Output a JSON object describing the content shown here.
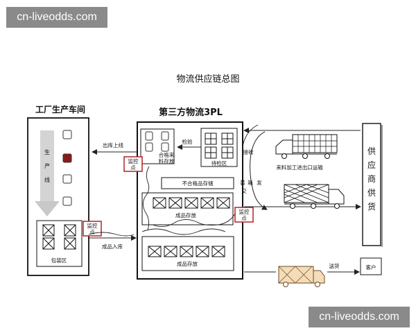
{
  "watermark": {
    "top": "cn-liveodds.com",
    "bottom": "cn-liveodds.com"
  },
  "title": "物流供应链总图",
  "factory": {
    "title": "工厂生产车间",
    "line_chars": [
      "生",
      "产",
      "线"
    ],
    "packing": "包装区"
  },
  "tpl": {
    "title": "第三方物流3PL",
    "qualified_chars": [
      "合格来",
      "料存放"
    ],
    "inspect_area": "待检区",
    "unqualified": "不合格品存储",
    "finished_upper": "成品存放",
    "finished_lower": "成品存放"
  },
  "labels": {
    "out_to_line": "出库上线",
    "inspect": "检验",
    "receive": "接收",
    "load_ship_chars": [
      "装",
      "箱",
      "发",
      "交"
    ],
    "inbound_transport": "来料加工进出口运输",
    "finished_inbound": "成品入库",
    "deliver": "送货",
    "customer": "客户",
    "monitor_chars": [
      "监控",
      "点"
    ]
  },
  "supplier": {
    "chars": [
      "供",
      "应",
      "商",
      "供",
      "货"
    ]
  },
  "colors": {
    "highlight": "#8b1a1a",
    "monitor_border": "#b22222",
    "truck_fill": "#f5dcb8",
    "truck_stroke": "#6b4a1f"
  }
}
